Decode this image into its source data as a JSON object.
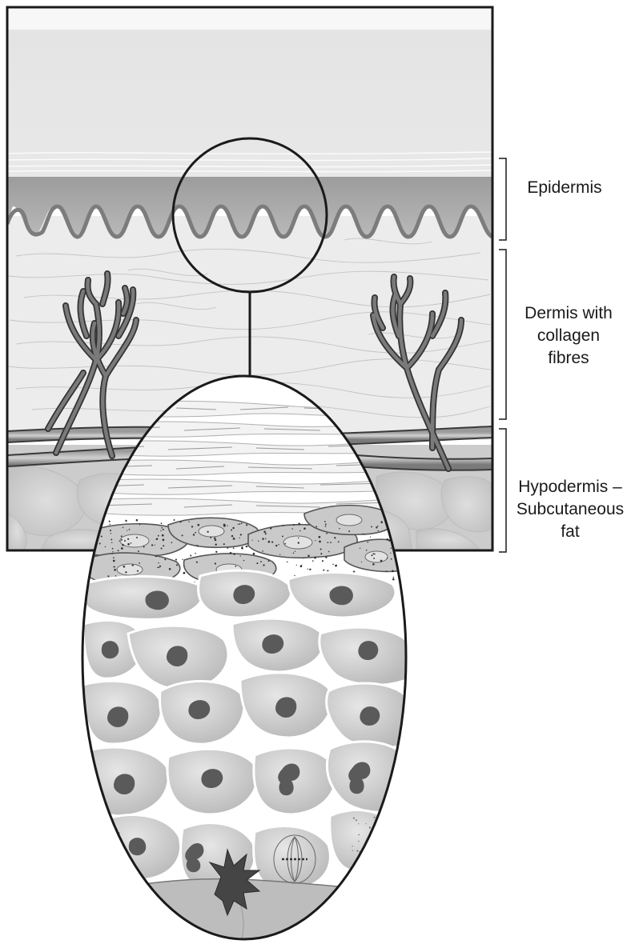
{
  "labels": {
    "epidermis": [
      "Epidermis"
    ],
    "dermis": [
      "Dermis with",
      "collagen",
      "fibres"
    ],
    "hypodermis": [
      "Hypodermis –",
      "Subcutaneous",
      "fat"
    ]
  },
  "colors": {
    "outline": "#1a1a1a",
    "stratum_corneum": "#e6e6e6",
    "epidermis_band": "#a9a9a9",
    "dermis": "#ececec",
    "hypodermis": "#cfcfcf",
    "blood_vessel": "#707070",
    "cell_fill": "#d6d6d6",
    "nucleus": "#5a5a5a"
  }
}
